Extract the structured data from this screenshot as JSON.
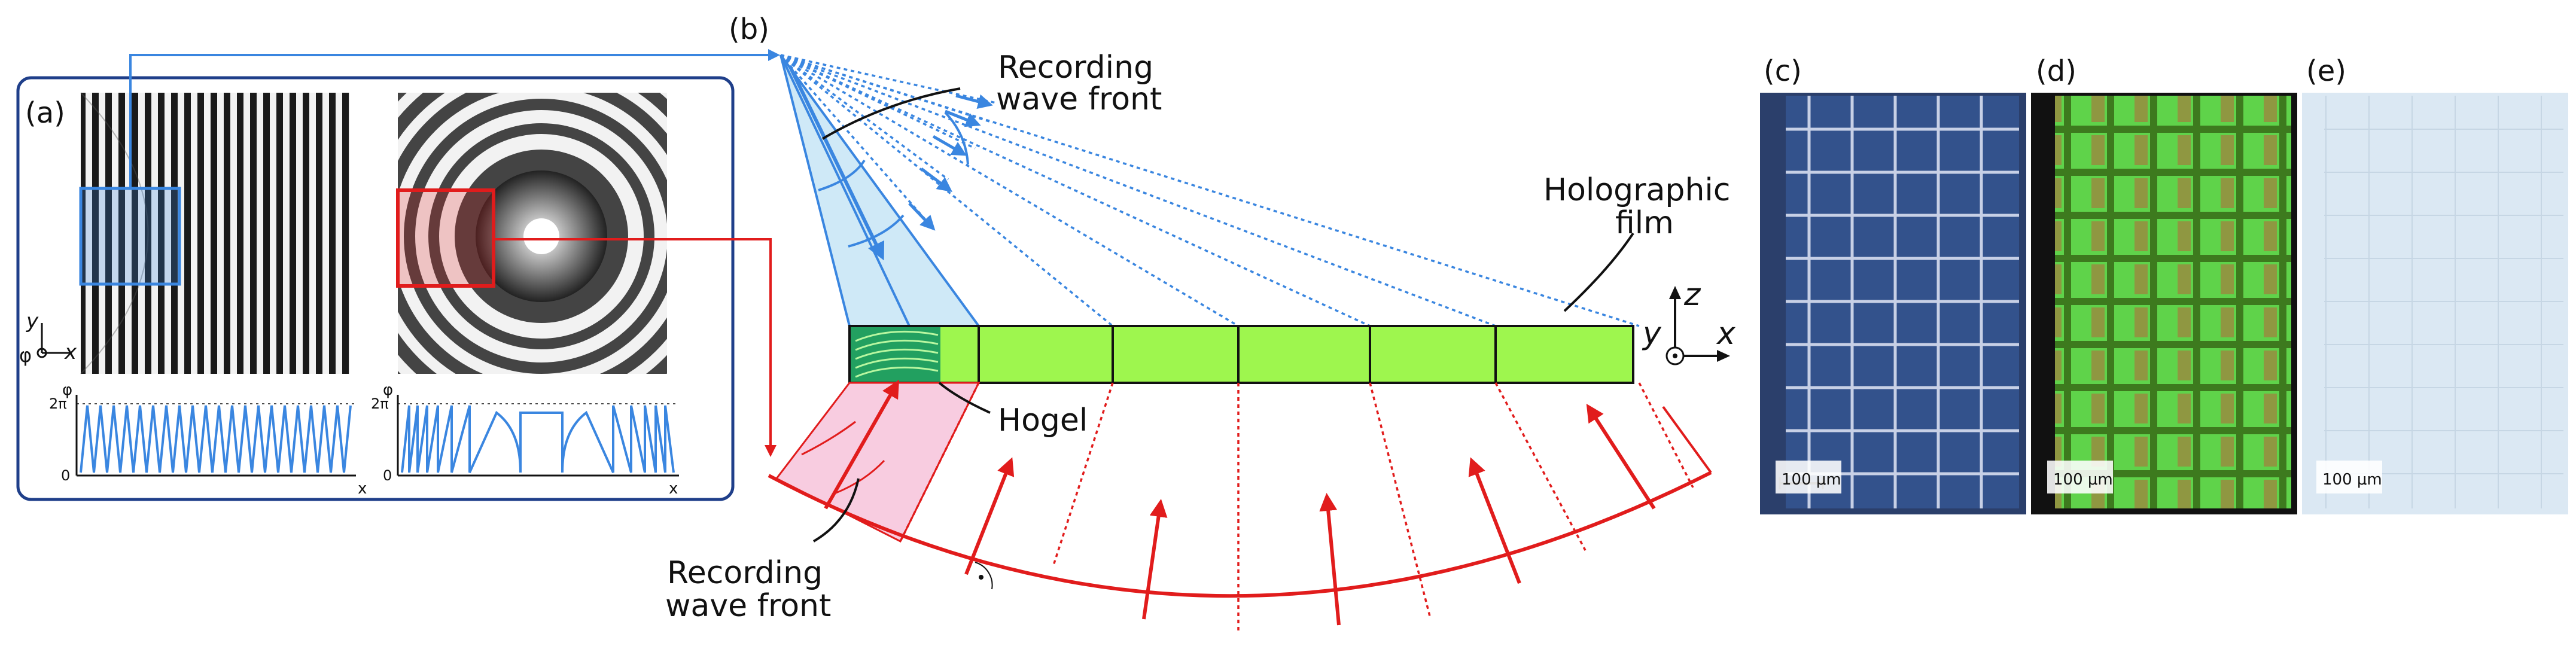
{
  "panel_labels": {
    "a": "(a)",
    "b": "(b)",
    "c": "(c)",
    "d": "(d)",
    "e": "(e)"
  },
  "panel_a": {
    "axis_y": "y",
    "axis_x": "x",
    "axis_phi": "φ",
    "plot1": {
      "y_label": "φ",
      "y_top": "2π",
      "y_zero": "0",
      "x_label": "x"
    },
    "plot2": {
      "y_label": "φ",
      "y_top": "2π",
      "y_zero": "0",
      "x_label": "x"
    }
  },
  "panel_b": {
    "recording_top_1": "Recording",
    "recording_top_2": "wave front",
    "film_1": "Holographic",
    "film_2": "film",
    "hogel": "Hogel",
    "recording_bottom_1": "Recording",
    "recording_bottom_2": "wave front",
    "axis_z": "z",
    "axis_y": "y",
    "axis_x": "x"
  },
  "micrographs": {
    "c": {
      "scale_bar": "100 μm"
    },
    "d": {
      "scale_bar": "100 μm"
    },
    "e": {
      "scale_bar": "100 μm"
    }
  },
  "colors": {
    "blue": "#3a86e0",
    "red": "#e11c1c",
    "film_green": "#9ef64e",
    "frame_navy": "#1f3f8a"
  }
}
